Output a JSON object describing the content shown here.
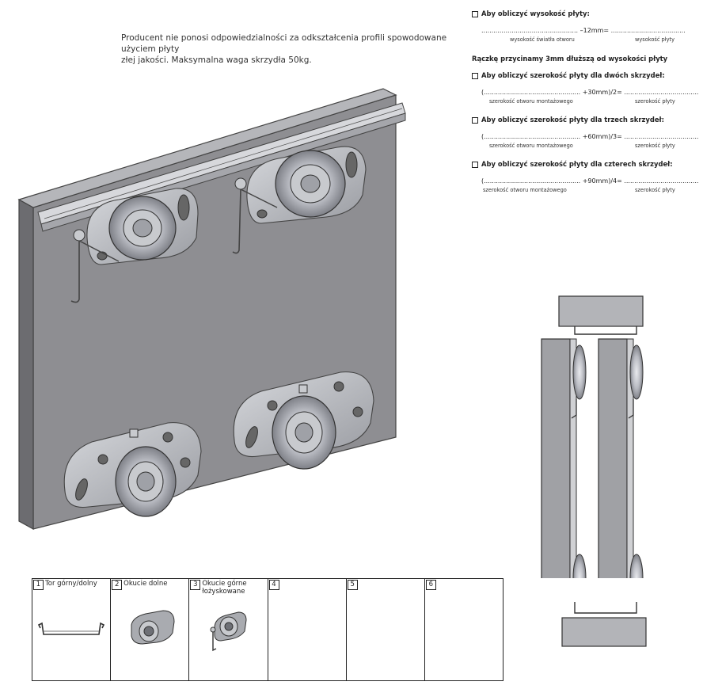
{
  "note": {
    "line1": "Producent nie ponosi odpowiedzialności za odkształcenia profili spowodowane użyciem płyty",
    "line2": "złej jakości. Maksymalna waga skrzydła 50kg."
  },
  "formulas": {
    "height": {
      "heading": "Aby obliczyć wysokość płyty:",
      "line": "................................................ –12mm= .....................................",
      "sub_left": "wysokość światła otworu",
      "sub_right": "wysokość płyty"
    },
    "handle_note": "Rączkę przycinamy 3mm dłuższą od wysokości płyty",
    "two": {
      "heading": "Aby obliczyć szerokość płyty dla dwóch skrzydeł:",
      "line": "(................................................ +30mm)/2= .....................................",
      "sub_left": "szerokość otworu montażowego",
      "sub_right": "szerokość płyty"
    },
    "three": {
      "heading": "Aby obliczyć szerokość płyty dla trzech skrzydeł:",
      "line": "(................................................ +60mm)/3= .....................................",
      "sub_left": "szerokość otworu montażowego",
      "sub_right": "szerokość płyty"
    },
    "four": {
      "heading": "Aby obliczyć szerokość płyty dla czterech skrzydeł:",
      "line": "(................................................ +90mm)/4= .....................................",
      "sub_left": "szerokość otworu montażowego",
      "sub_right": "szerokość płyty"
    }
  },
  "parts": [
    {
      "num": "1",
      "title": "Tor górny/dolny"
    },
    {
      "num": "2",
      "title": "Okucie dolne"
    },
    {
      "num": "3",
      "title": "Okucie górne łożyskowane"
    },
    {
      "num": "4",
      "title": ""
    },
    {
      "num": "5",
      "title": ""
    },
    {
      "num": "6",
      "title": ""
    }
  ],
  "colors": {
    "panel": "#8f8f92",
    "panel_edge": "#6c6c70",
    "metal": "#c4c6cc",
    "metal_dark": "#7a7c82"
  }
}
